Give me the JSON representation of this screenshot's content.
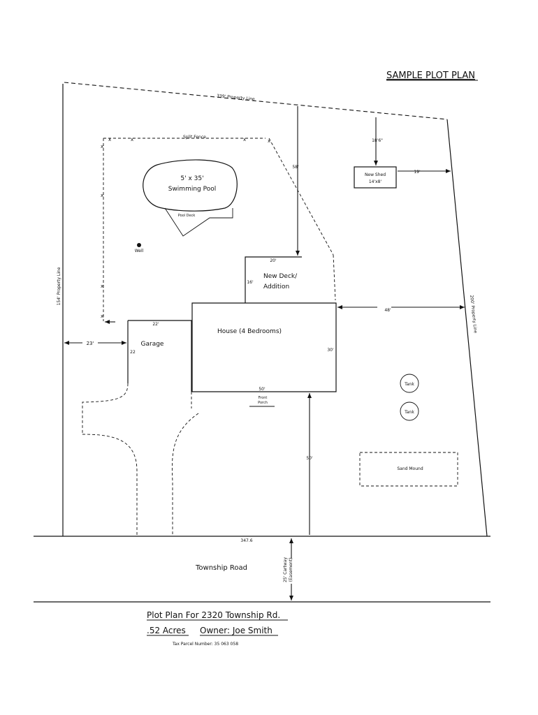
{
  "title": "SAMPLE PLOT PLAN",
  "property_lines": {
    "top": "339' Property Line",
    "left": "154' Property Line",
    "right": "200' Property Line"
  },
  "fence_label": "Split Fence",
  "pool": {
    "size": "5' x 35'",
    "name": "Swimming Pool",
    "deck": "Pool Deck"
  },
  "well": "Well",
  "shed": {
    "name": "New Shed",
    "size": "14'x8'",
    "dim_top": "18'6\"",
    "dim_side": "19'"
  },
  "deck": {
    "name_line1": "New Deck/",
    "name_line2": "Addition",
    "width": "20'",
    "depth": "16'"
  },
  "house": {
    "name": "House (4 Bedrooms)",
    "width": "50'",
    "depth": "30'"
  },
  "garage": {
    "name": "Garage",
    "width": "22'",
    "depth": "22",
    "setback": "23'"
  },
  "setbacks": {
    "house_to_top": "58'",
    "house_to_right": "48'",
    "house_to_road": "50'"
  },
  "porch": {
    "line1": "Front",
    "line2": "Porch"
  },
  "tanks": [
    "Tank",
    "Tank"
  ],
  "sand_mound": "Sand Mound",
  "frontage": "347.6",
  "road": {
    "name": "Township Road",
    "right_of_way_line1": "25' Cartway",
    "right_of_way_line2": "(Easement)"
  },
  "caption": {
    "line1": "Plot Plan For 2320 Township Rd.",
    "acres": ".52 Acres",
    "owner": "Owner: Joe Smith",
    "parcel": "Tax Parcel Number: 35 063 058"
  }
}
